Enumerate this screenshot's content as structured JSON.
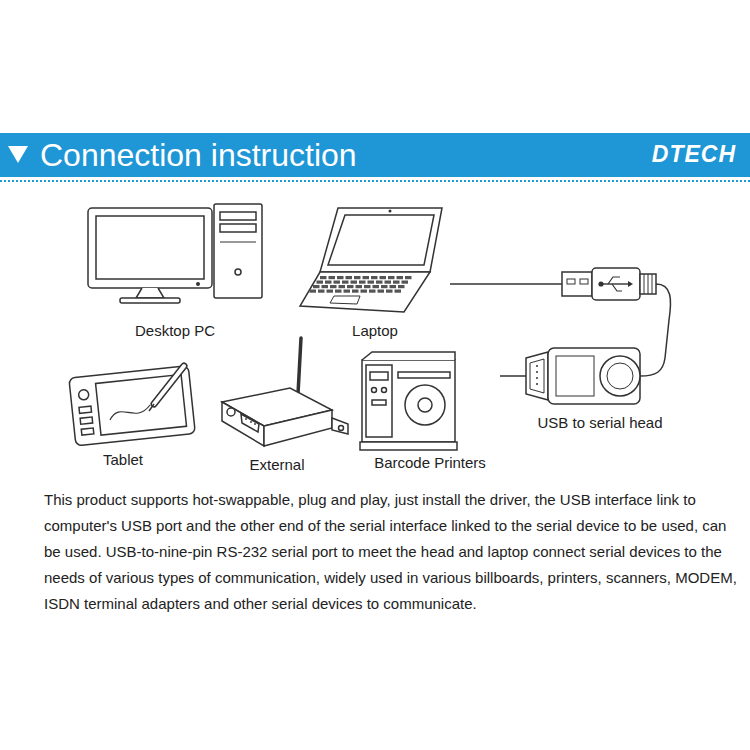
{
  "diagram": {
    "title": "Connection instruction",
    "caption": "This product supports hot-swappable, plug and play, just install the driver, the USB interface link to computer's USB port and the other end of the serial interface linked to the serial device to be used, can be used. USB-to-nine-pin RS-232 serial port to meet the head and laptop connect serial devices to the needs of various types of communication, widely used in various billboards, printers, scanners, MODEM, ISDN terminal adapters and other serial devices to communicate.",
    "nodes": [
      {
        "text": [
          "Desktop PC"
        ]
      },
      {
        "text": [
          "Laptop"
        ]
      },
      {
        "text": [
          "Tablet"
        ]
      },
      {
        "text": [
          "External"
        ]
      },
      {
        "text": [
          "Barcode Printers"
        ]
      },
      {
        "text": [
          "USB to serial head"
        ]
      }
    ],
    "edges": [
      {
        "from": 1,
        "to": 5,
        "arrow": "none"
      },
      {
        "from": 4,
        "to": 5,
        "arrow": "none"
      }
    ],
    "labels": [
      "DTECH"
    ]
  }
}
